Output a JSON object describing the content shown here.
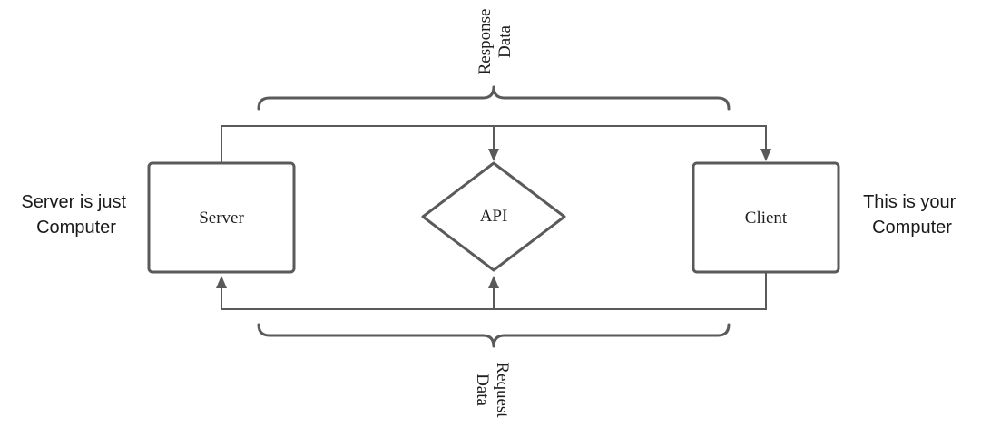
{
  "nodes": {
    "server": {
      "label": "Server"
    },
    "api": {
      "label": "API"
    },
    "client": {
      "label": "Client"
    }
  },
  "notes": {
    "server_note": [
      "Server is just",
      "Computer"
    ],
    "client_note": [
      "This is your",
      "Computer"
    ]
  },
  "braces": {
    "top": [
      "Response",
      "Data"
    ],
    "bottom": [
      "Request",
      "Data"
    ]
  },
  "colors": {
    "stroke": "#5a5a5a",
    "text": "#1f1f1f",
    "background": "#ffffff"
  }
}
